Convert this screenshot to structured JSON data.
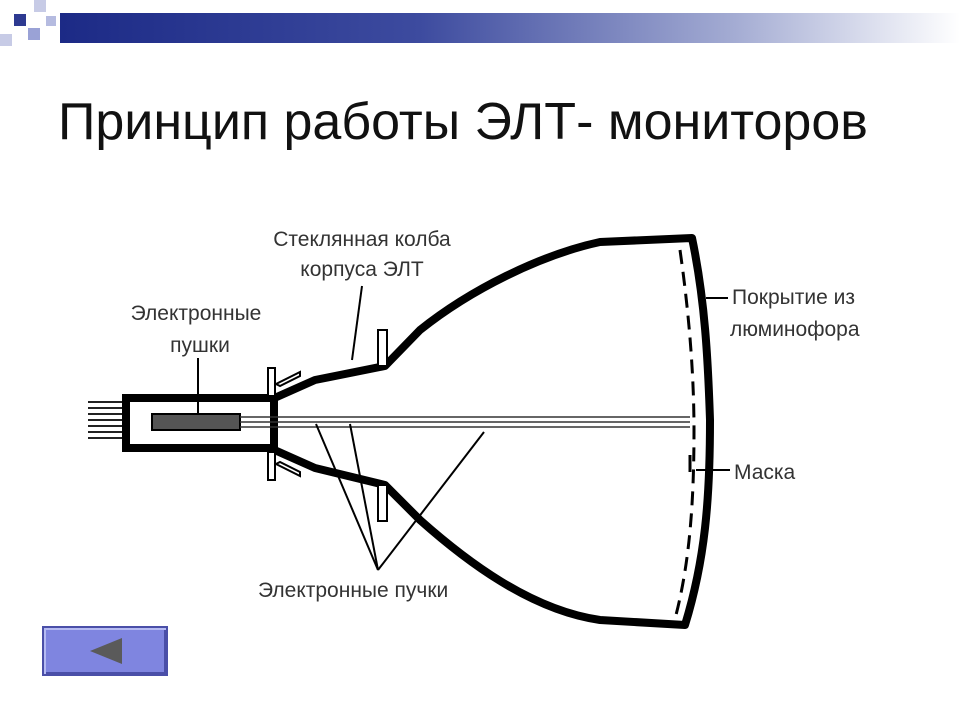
{
  "slide": {
    "title": "Принцип работы ЭЛТ- мониторов"
  },
  "diagram": {
    "labels": {
      "glass_bulb_line1": "Стеклянная колба",
      "glass_bulb_line2": "корпуса ЭЛТ",
      "guns_line1": "Электронные",
      "guns_line2": "пушки",
      "phosphor_line1": "Покрытие из",
      "phosphor_line2": "люминофора",
      "mask": "Маска",
      "beams": "Электронные пучки"
    }
  },
  "navigation": {
    "back_icon": "triangle-left-icon"
  },
  "colors": {
    "title_bar_dark": "#1c2a86",
    "accent_square": "#2e3a91",
    "nav_button": "#7f85e0"
  }
}
